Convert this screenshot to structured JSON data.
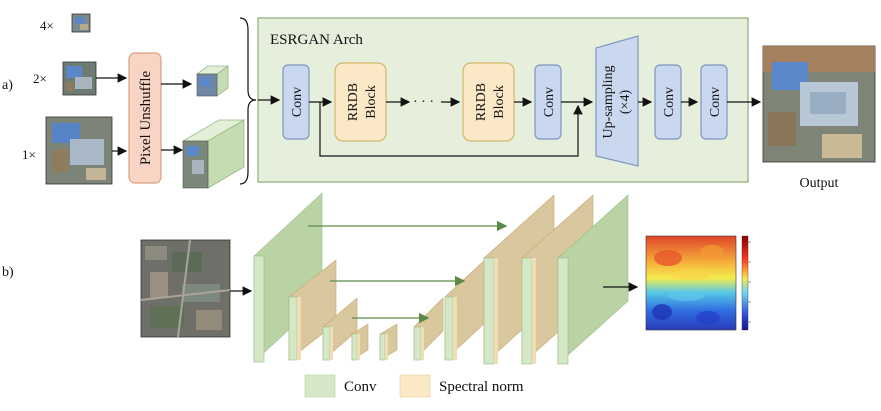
{
  "panel_a": {
    "label": "a)",
    "scales": [
      "4×",
      "2×",
      "1×"
    ],
    "pixel_unshuffle": "Pixel Unshuffle",
    "arch_title": "ESRGAN Arch",
    "blocks": {
      "conv": "Conv",
      "rrdb_line1": "RRDB",
      "rrdb_line2": "Block",
      "dots": "· · ·",
      "upsample_line1": "Up-sampling",
      "upsample_line2": "(×4)"
    },
    "output_label": "Output"
  },
  "panel_b": {
    "label": "b)"
  },
  "legend": {
    "conv": "Conv",
    "spectral": "Spectral norm"
  },
  "colors": {
    "arch_bg": "#e6efdc",
    "arch_border": "#8eaa74",
    "conv_fill": "#c9d8ef",
    "conv_border": "#7f97bf",
    "rrdb_fill": "#fbe8c6",
    "rrdb_border": "#d6b36a",
    "pixel_fill": "#f7d4c3",
    "pixel_border": "#dd9d80",
    "layer_green": "#d5e8c5",
    "layer_green_dark": "#b9d3a4",
    "layer_tan": "#f0ddb5",
    "arrow_green": "#5c8a44"
  }
}
